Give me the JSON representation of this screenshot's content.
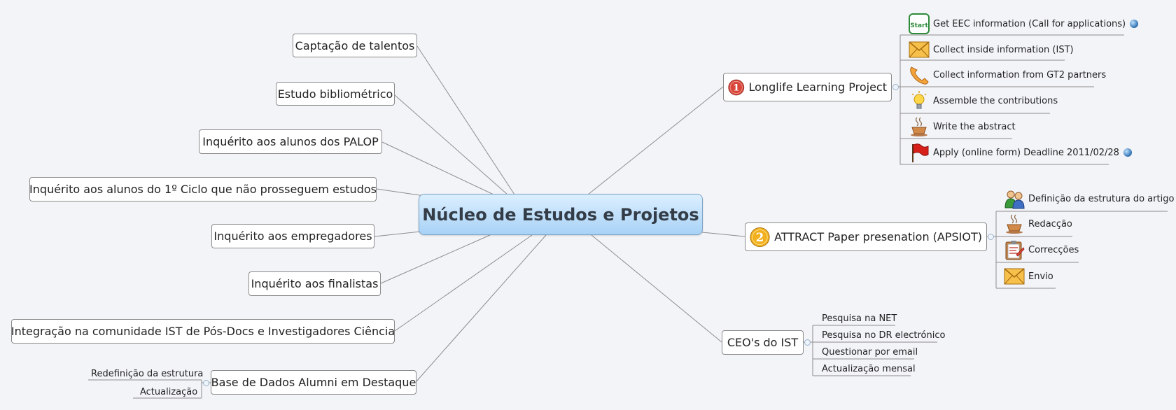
{
  "central": {
    "title": "Núcleo de Estudos e Projetos"
  },
  "left_topics": [
    {
      "label": "Captação de talentos"
    },
    {
      "label": "Estudo bibliométrico"
    },
    {
      "label": "Inquérito aos alunos dos PALOP"
    },
    {
      "label": "Inquérito aos alunos do 1º Ciclo que não prosseguem estudos"
    },
    {
      "label": "Inquérito aos empregadores"
    },
    {
      "label": "Inquérito aos finalistas"
    },
    {
      "label": "Integração na comunidade IST de Pós-Docs e Investigadores Ciência"
    },
    {
      "label": "Base de Dados Alumni em Destaque",
      "children": [
        "Redefinição da estrutura",
        "Actualização"
      ]
    }
  ],
  "right_topics": {
    "longlife": {
      "label": "Longlife Learning Project",
      "marker": "1",
      "marker_color": "#d9473b",
      "children": [
        {
          "icon": "start-icon",
          "icon_text": "Start",
          "label": "Get EEC information (Call for applications)",
          "globe": true
        },
        {
          "icon": "envelope-icon",
          "label": "Collect inside information (IST)"
        },
        {
          "icon": "phone-icon",
          "label": "Collect information from GT2 partners"
        },
        {
          "icon": "lightbulb-icon",
          "label": "Assemble the contributions"
        },
        {
          "icon": "coffee-icon",
          "label": "Write the abstract"
        },
        {
          "icon": "flag-icon",
          "label": "Apply (online form) Deadline 2011/02/28",
          "globe": true
        }
      ]
    },
    "attract": {
      "label": "ATTRACT Paper presenation (APSIOT)",
      "marker": "2",
      "marker_color": "#f2b01e",
      "children": [
        {
          "icon": "people-icon",
          "label": "Definição da estrutura do artigo"
        },
        {
          "icon": "coffee-icon",
          "label": "Redacção"
        },
        {
          "icon": "clipboard-icon",
          "label": "Correcções"
        },
        {
          "icon": "envelope-icon",
          "label": "Envio"
        }
      ]
    },
    "ceo": {
      "label": "CEO's do IST",
      "children": [
        "Pesquisa na NET",
        "Pesquisa no DR electrónico",
        "Questionar por email",
        "Actualização mensal"
      ]
    }
  }
}
